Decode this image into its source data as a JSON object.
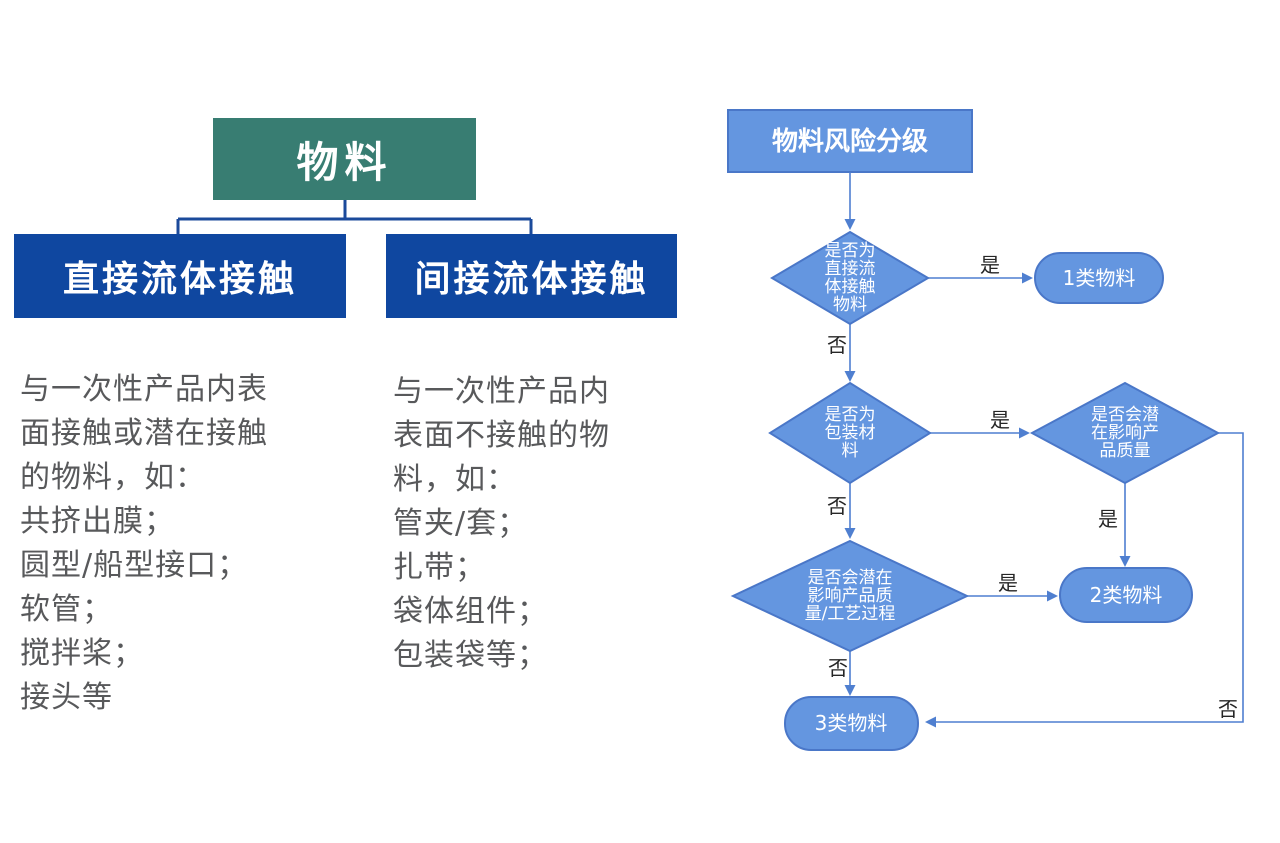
{
  "colors": {
    "root_box": "#387d72",
    "branch_box": "#0f47a0",
    "tree_connector": "#1b4a9b",
    "flow_fill": "#6496e0",
    "flow_border": "#4a77c8",
    "flow_line": "#4f7fd0",
    "body_text": "#58595b",
    "edge_label_text": "#262626",
    "background": "#ffffff"
  },
  "tree": {
    "root_label": "物料",
    "branches": [
      {
        "label": "直接流体接触",
        "description_lines": [
          "与一次性产品内表",
          "面接触或潜在接触",
          "的物料，如：",
          "共挤出膜；",
          "圆型/船型接口；",
          "软管；",
          "搅拌桨；",
          "接头等"
        ]
      },
      {
        "label": "间接流体接触",
        "description_lines": [
          "与一次性产品内",
          "表面不接触的物",
          "料，如：",
          "管夹/套；",
          "扎带；",
          "袋体组件；",
          "包装袋等；"
        ]
      }
    ]
  },
  "flowchart": {
    "title": "物料风险分级",
    "decisions": [
      {
        "name": "is-direct-fluid-contact-material",
        "lines": [
          "是否为",
          "直接流",
          "体接触",
          "物料"
        ]
      },
      {
        "name": "is-packaging-material",
        "lines": [
          "是否为",
          "包装材",
          "料"
        ]
      },
      {
        "name": "affects-quality-or-process",
        "lines": [
          "是否会潜在",
          "影响产品质",
          "量/工艺过程"
        ]
      },
      {
        "name": "potentially-affects-quality",
        "lines": [
          "是否会潜",
          "在影响产",
          "品质量"
        ]
      }
    ],
    "results": [
      {
        "name": "class-1-material",
        "label": "1类物料"
      },
      {
        "name": "class-2-material",
        "label": "2类物料"
      },
      {
        "name": "class-3-material",
        "label": "3类物料"
      }
    ],
    "edge_labels": {
      "yes": "是",
      "no": "否"
    }
  }
}
